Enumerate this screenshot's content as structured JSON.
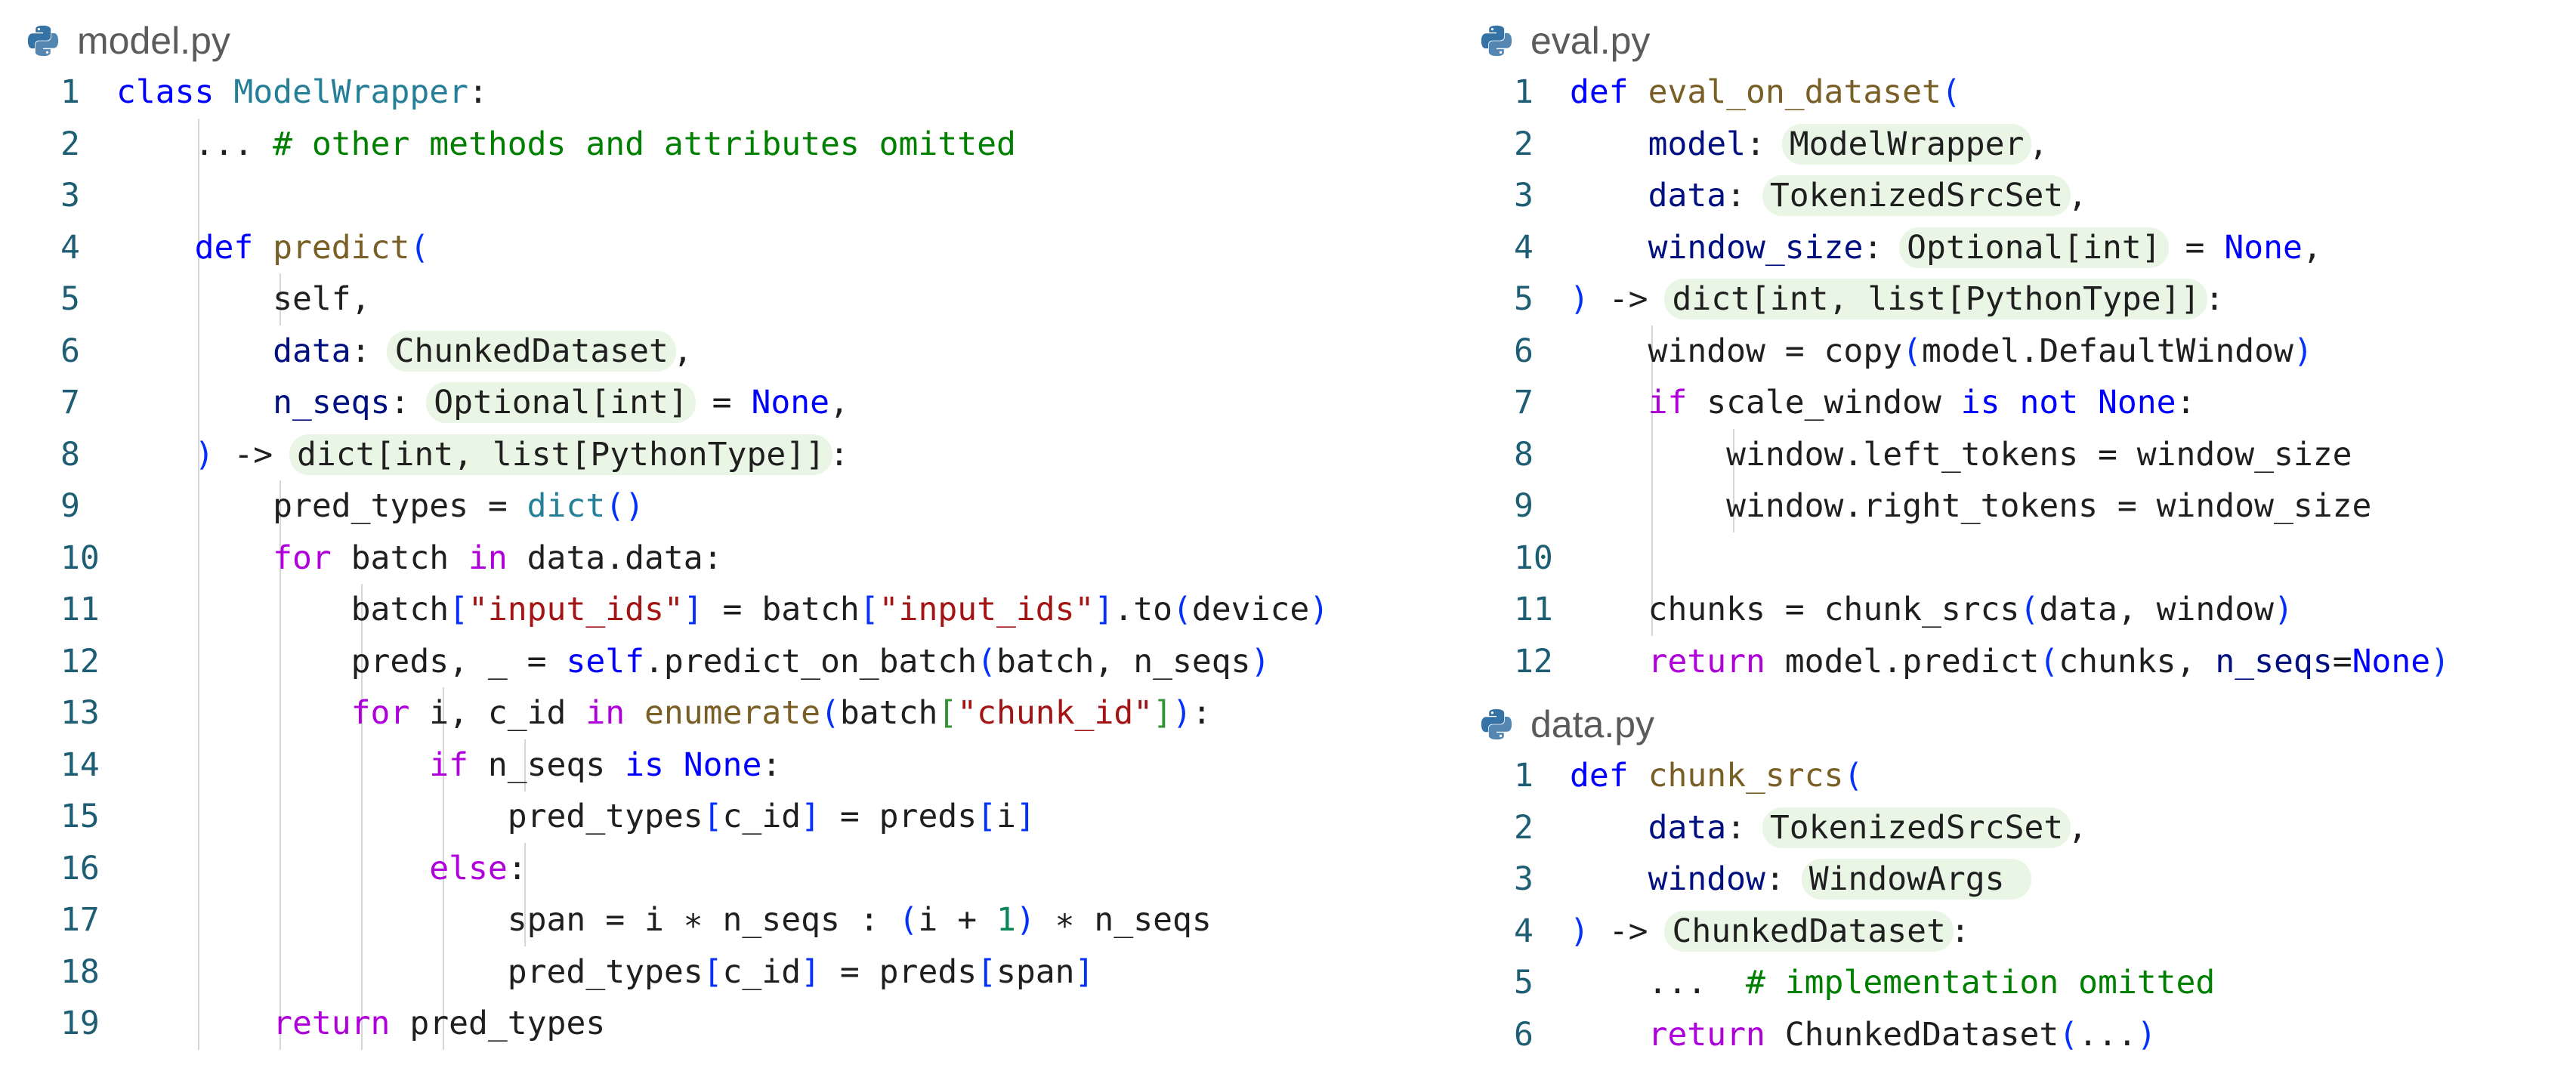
{
  "colors": {
    "background": "#ffffff",
    "line_number": "#1d5e75",
    "keyword": "#0000ff",
    "control": "#af00db",
    "class": "#267f99",
    "function": "#795e26",
    "parameter": "#001080",
    "string": "#a31515",
    "number": "#098658",
    "comment": "#008000",
    "type_highlight": "#e9f6e5",
    "python_icon_blue": "#3572a5"
  },
  "icons": {
    "file_icon": "python-logo-icon"
  },
  "files": [
    {
      "title": "model.py",
      "lines": [
        [
          {
            "t": "class ",
            "c": "kw"
          },
          {
            "t": "ModelWrapper",
            "c": "cls"
          },
          {
            "t": ":"
          }
        ],
        [
          {
            "t": "    ... "
          },
          {
            "t": "# other methods and attributes omitted",
            "c": "com"
          }
        ],
        [],
        [
          {
            "t": "    "
          },
          {
            "t": "def ",
            "c": "kw"
          },
          {
            "t": "predict",
            "c": "fn"
          },
          {
            "t": "(",
            "c": "br"
          }
        ],
        [
          {
            "t": "        self,"
          }
        ],
        [
          {
            "t": "        "
          },
          {
            "t": "data",
            "c": "param"
          },
          {
            "t": ": "
          },
          {
            "t": "ChunkedDataset",
            "c": "hl"
          },
          {
            "t": ","
          }
        ],
        [
          {
            "t": "        "
          },
          {
            "t": "n_seqs",
            "c": "param"
          },
          {
            "t": ": "
          },
          {
            "t": "Optional[int]",
            "c": "hl"
          },
          {
            "t": " = "
          },
          {
            "t": "None",
            "c": "kw"
          },
          {
            "t": ","
          }
        ],
        [
          {
            "t": "    "
          },
          {
            "t": ")",
            "c": "br"
          },
          {
            "t": " -> "
          },
          {
            "t": "dict[int, list[PythonType]]",
            "c": "hl"
          },
          {
            "t": ":"
          }
        ],
        [
          {
            "t": "        pred_types = "
          },
          {
            "t": "dict",
            "c": "cls"
          },
          {
            "t": "()",
            "c": "br"
          }
        ],
        [
          {
            "t": "        "
          },
          {
            "t": "for",
            "c": "ctl"
          },
          {
            "t": " batch "
          },
          {
            "t": "in",
            "c": "ctl"
          },
          {
            "t": " data.data:"
          }
        ],
        [
          {
            "t": "            batch"
          },
          {
            "t": "[",
            "c": "br"
          },
          {
            "t": "\"input_ids\"",
            "c": "str"
          },
          {
            "t": "]",
            "c": "br"
          },
          {
            "t": " = batch"
          },
          {
            "t": "[",
            "c": "br"
          },
          {
            "t": "\"input_ids\"",
            "c": "str"
          },
          {
            "t": "]",
            "c": "br"
          },
          {
            "t": ".to"
          },
          {
            "t": "(",
            "c": "br"
          },
          {
            "t": "device"
          },
          {
            "t": ")",
            "c": "br"
          }
        ],
        [
          {
            "t": "            preds, _ = "
          },
          {
            "t": "self",
            "c": "kw"
          },
          {
            "t": ".predict_on_batch"
          },
          {
            "t": "(",
            "c": "br"
          },
          {
            "t": "batch, n_seqs"
          },
          {
            "t": ")",
            "c": "br"
          }
        ],
        [
          {
            "t": "            "
          },
          {
            "t": "for",
            "c": "ctl"
          },
          {
            "t": " i, c_id "
          },
          {
            "t": "in",
            "c": "ctl"
          },
          {
            "t": " "
          },
          {
            "t": "enumerate",
            "c": "fn"
          },
          {
            "t": "(",
            "c": "br"
          },
          {
            "t": "batch"
          },
          {
            "t": "[",
            "c": "br2"
          },
          {
            "t": "\"chunk_id\"",
            "c": "str"
          },
          {
            "t": "]",
            "c": "br2"
          },
          {
            "t": ")",
            "c": "br"
          },
          {
            "t": ":"
          }
        ],
        [
          {
            "t": "                "
          },
          {
            "t": "if",
            "c": "ctl"
          },
          {
            "t": " n_seqs "
          },
          {
            "t": "is",
            "c": "kw"
          },
          {
            "t": " "
          },
          {
            "t": "None",
            "c": "kw"
          },
          {
            "t": ":"
          }
        ],
        [
          {
            "t": "                    pred_types"
          },
          {
            "t": "[",
            "c": "br"
          },
          {
            "t": "c_id"
          },
          {
            "t": "]",
            "c": "br"
          },
          {
            "t": " = preds"
          },
          {
            "t": "[",
            "c": "br"
          },
          {
            "t": "i"
          },
          {
            "t": "]",
            "c": "br"
          }
        ],
        [
          {
            "t": "                "
          },
          {
            "t": "else",
            "c": "ctl"
          },
          {
            "t": ":"
          }
        ],
        [
          {
            "t": "                    span = i ∗ n_seqs : "
          },
          {
            "t": "(",
            "c": "br"
          },
          {
            "t": "i + "
          },
          {
            "t": "1",
            "c": "num"
          },
          {
            "t": ")",
            "c": "br"
          },
          {
            "t": " ∗ n_seqs"
          }
        ],
        [
          {
            "t": "                    pred_types"
          },
          {
            "t": "[",
            "c": "br"
          },
          {
            "t": "c_id"
          },
          {
            "t": "]",
            "c": "br"
          },
          {
            "t": " = preds"
          },
          {
            "t": "[",
            "c": "br"
          },
          {
            "t": "span"
          },
          {
            "t": "]",
            "c": "br"
          }
        ],
        [
          {
            "t": "        "
          },
          {
            "t": "return",
            "c": "ctl"
          },
          {
            "t": " pred_types"
          }
        ]
      ]
    },
    {
      "title": "eval.py",
      "lines": [
        [
          {
            "t": "def ",
            "c": "kw"
          },
          {
            "t": "eval_on_dataset",
            "c": "fn"
          },
          {
            "t": "(",
            "c": "br"
          }
        ],
        [
          {
            "t": "    "
          },
          {
            "t": "model",
            "c": "param"
          },
          {
            "t": ": "
          },
          {
            "t": "ModelWrapper",
            "c": "hl"
          },
          {
            "t": ","
          }
        ],
        [
          {
            "t": "    "
          },
          {
            "t": "data",
            "c": "param"
          },
          {
            "t": ": "
          },
          {
            "t": "TokenizedSrcSet",
            "c": "hl"
          },
          {
            "t": ","
          }
        ],
        [
          {
            "t": "    "
          },
          {
            "t": "window_size",
            "c": "param"
          },
          {
            "t": ": "
          },
          {
            "t": "Optional[int]",
            "c": "hl"
          },
          {
            "t": " = "
          },
          {
            "t": "None",
            "c": "kw"
          },
          {
            "t": ","
          }
        ],
        [
          {
            "t": ")",
            "c": "br"
          },
          {
            "t": " -> "
          },
          {
            "t": "dict[int, list[PythonType]]",
            "c": "hl"
          },
          {
            "t": ":"
          }
        ],
        [
          {
            "t": "    window = copy"
          },
          {
            "t": "(",
            "c": "br"
          },
          {
            "t": "model.DefaultWindow"
          },
          {
            "t": ")",
            "c": "br"
          }
        ],
        [
          {
            "t": "    "
          },
          {
            "t": "if",
            "c": "ctl"
          },
          {
            "t": " scale_window "
          },
          {
            "t": "is",
            "c": "kw"
          },
          {
            "t": " "
          },
          {
            "t": "not",
            "c": "kw"
          },
          {
            "t": " "
          },
          {
            "t": "None",
            "c": "kw"
          },
          {
            "t": ":"
          }
        ],
        [
          {
            "t": "        window.left_tokens = window_size"
          }
        ],
        [
          {
            "t": "        window.right_tokens = window_size"
          }
        ],
        [],
        [
          {
            "t": "    chunks = chunk_srcs"
          },
          {
            "t": "(",
            "c": "br"
          },
          {
            "t": "data, window"
          },
          {
            "t": ")",
            "c": "br"
          }
        ],
        [
          {
            "t": "    "
          },
          {
            "t": "return",
            "c": "ctl"
          },
          {
            "t": " model.predict"
          },
          {
            "t": "(",
            "c": "br"
          },
          {
            "t": "chunks, "
          },
          {
            "t": "n_seqs",
            "c": "param"
          },
          {
            "t": "="
          },
          {
            "t": "None",
            "c": "kw"
          },
          {
            "t": ")",
            "c": "br"
          }
        ]
      ]
    },
    {
      "title": "data.py",
      "lines": [
        [
          {
            "t": "def ",
            "c": "kw"
          },
          {
            "t": "chunk_srcs",
            "c": "fn"
          },
          {
            "t": "(",
            "c": "br"
          }
        ],
        [
          {
            "t": "    "
          },
          {
            "t": "data",
            "c": "param"
          },
          {
            "t": ": "
          },
          {
            "t": "TokenizedSrcSet",
            "c": "hl"
          },
          {
            "t": ","
          }
        ],
        [
          {
            "t": "    "
          },
          {
            "t": "window",
            "c": "param"
          },
          {
            "t": ": "
          },
          {
            "t": "WindowArgs ",
            "c": "hl"
          }
        ],
        [
          {
            "t": ")",
            "c": "br"
          },
          {
            "t": " -> "
          },
          {
            "t": "ChunkedDataset",
            "c": "hl"
          },
          {
            "t": ":"
          }
        ],
        [
          {
            "t": "    ...  "
          },
          {
            "t": "# implementation omitted",
            "c": "com"
          }
        ],
        [
          {
            "t": "    "
          },
          {
            "t": "return",
            "c": "ctl"
          },
          {
            "t": " ChunkedDataset"
          },
          {
            "t": "(",
            "c": "br"
          },
          {
            "t": "..."
          },
          {
            "t": ")",
            "c": "br"
          }
        ]
      ]
    }
  ]
}
